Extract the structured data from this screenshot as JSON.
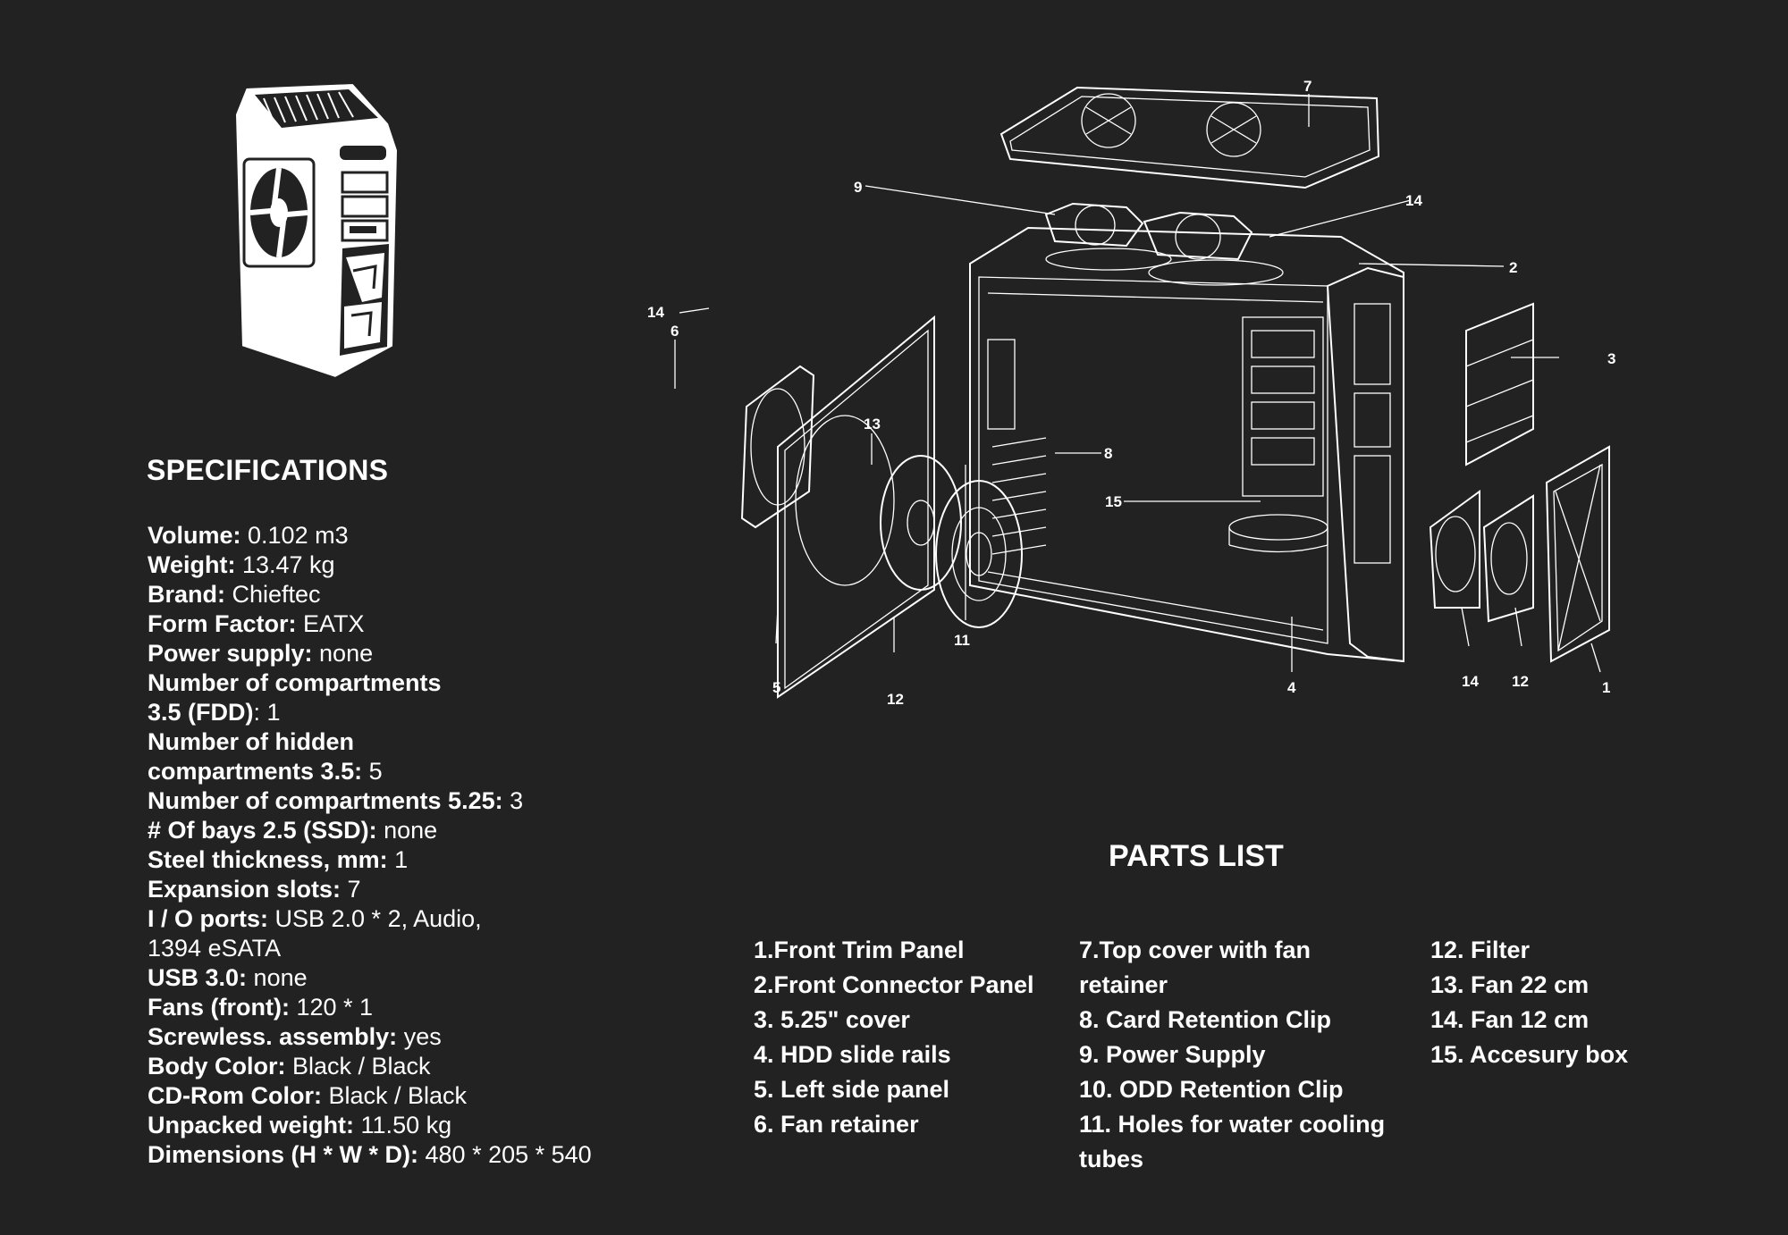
{
  "specifications": {
    "title": "SPECIFICATIONS",
    "rows": [
      {
        "key": "Volume:",
        "value": " 0.102 m3"
      },
      {
        "key": "Weight:",
        "value": " 13.47 kg"
      },
      {
        "key": "Brand:",
        "value": " Chieftec"
      },
      {
        "key": "Form Factor:",
        "value": " EATX"
      },
      {
        "key": "Power supply:",
        "value": " none"
      },
      {
        "key": "Number of compartments",
        "value": ""
      },
      {
        "key": "3.5 (FDD)",
        "value": ": 1"
      },
      {
        "key": "Number of hidden",
        "value": ""
      },
      {
        "key": "compartments 3.5:",
        "value": " 5"
      },
      {
        "key": "Number of compartments 5.25:",
        "value": " 3"
      },
      {
        "key": "# Of bays 2.5 (SSD):",
        "value": " none"
      },
      {
        "key": "Steel thickness, mm:",
        "value": " 1"
      },
      {
        "key": "Expansion slots:",
        "value": " 7"
      },
      {
        "key": "I / O ports:",
        "value": " USB 2.0 * 2, Audio,"
      },
      {
        "key": "",
        "value": "1394 eSATA"
      },
      {
        "key": "USB 3.0:",
        "value": " none"
      },
      {
        "key": "Fans (front):",
        "value": " 120 * 1"
      },
      {
        "key": "Screwless. assembly:",
        "value": " yes"
      },
      {
        "key": "Body Color:",
        "value": " Black / Black"
      },
      {
        "key": "CD-Rom Color:",
        "value": " Black / Black"
      },
      {
        "key": "Unpacked weight:",
        "value": " 11.50 kg"
      },
      {
        "key": "Dimensions (H * W * D):",
        "value": " 480 * 205 * 540"
      }
    ]
  },
  "parts_list": {
    "title": "PARTS LIST",
    "col1": [
      "1.Front  Trim Panel",
      "2.Front Connector Panel",
      "3. 5.25\" cover",
      "4. HDD slide rails",
      "5. Left side panel",
      "6. Fan retainer"
    ],
    "col2": [
      "7.Top cover with fan",
      "retainer",
      "8. Card Retention Clip",
      "9. Power Supply",
      "10. ODD Retention Clip",
      "11. Holes for water cooling",
      "tubes"
    ],
    "col3": [
      "12. Filter",
      "13. Fan 22 cm",
      "14. Fan 12 cm",
      "15. Accesury box"
    ]
  },
  "diagram_callouts": {
    "c1": "1",
    "c2": "2",
    "c3": "3",
    "c4": "4",
    "c5": "5",
    "c6": "6",
    "c7": "7",
    "c8": "8",
    "c9": "9",
    "c11": "11",
    "c12a": "12",
    "c12b": "12",
    "c13": "13",
    "c14a": "14",
    "c14b": "14",
    "c14c": "14",
    "c15": "15"
  },
  "colors": {
    "background": "#222222",
    "foreground": "#ffffff"
  }
}
